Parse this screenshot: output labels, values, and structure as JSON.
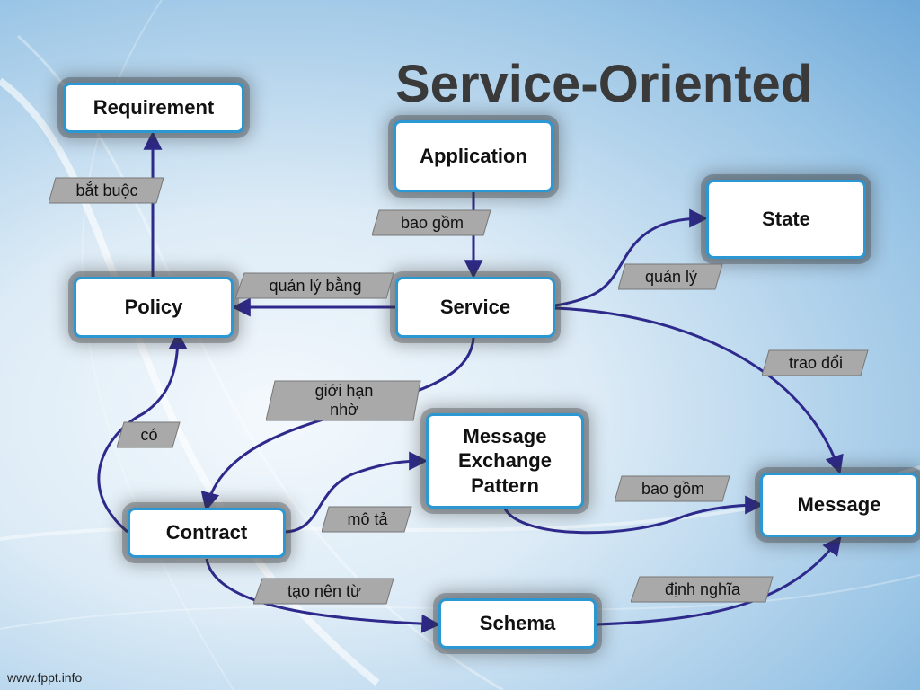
{
  "title": "Service-Oriented",
  "footer": "www.fppt.info",
  "colors": {
    "node_border": "#2b97d3",
    "arrow": "#2e2a8c",
    "tag_fill": "#a9a9a9"
  },
  "nodes": {
    "requirement": "Requirement",
    "application": "Application",
    "state": "State",
    "policy": "Policy",
    "service": "Service",
    "mep_line1": "Message",
    "mep_line2": "Exchange",
    "mep_line3": "Pattern",
    "message": "Message",
    "contract": "Contract",
    "schema": "Schema"
  },
  "edges": {
    "bat_buoc": "bắt buộc",
    "bao_gom_1": "bao gồm",
    "quan_ly_bang": "quản lý bằng",
    "quan_ly": "quản lý",
    "trao_doi": "trao đổi",
    "gioi_han_nho_1": "giới hạn",
    "gioi_han_nho_2": "nhờ",
    "co": "có",
    "mo_ta": "mô tả",
    "bao_gom_2": "bao gồm",
    "tao_nen_tu": "tạo nên từ",
    "dinh_nghia": "định nghĩa"
  }
}
